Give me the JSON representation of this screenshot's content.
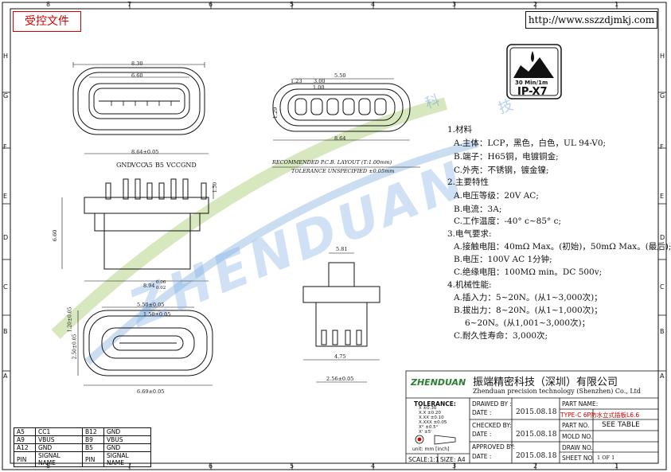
{
  "header": {
    "stamp": "受控文件",
    "url": "http://www.sszzdjmkj.com"
  },
  "border": {
    "cols_top": [
      "8",
      "7",
      "6",
      "5",
      "4",
      "3",
      "2",
      "1"
    ],
    "cols_bottom": [
      "8",
      "7",
      "6",
      "5",
      "4",
      "3",
      "2",
      "1"
    ],
    "rows": [
      "H",
      "G",
      "F",
      "E",
      "D",
      "C",
      "B",
      "A"
    ]
  },
  "watermark": {
    "text": "ZHENDUAN",
    "cn_chars": [
      "科",
      "技"
    ]
  },
  "ip_badge": {
    "depth_time": "30 Min/1m",
    "rating": "IP-X7"
  },
  "dimensions": {
    "top_outer": "8.30",
    "top_inner": "6.60",
    "side_550": "5.50",
    "side_123": "1.23",
    "side_300": "3.00",
    "side_100": "1.00",
    "side_864": "8.64",
    "side_129": "1.29",
    "front_width": "8.64±0.05",
    "front_height": "6.60",
    "front_894": "8.94",
    "front_tol_top": "0.06",
    "front_tol_bot": "0.02",
    "front_150": "1.50",
    "bottom_550": "5.50±0.05",
    "bottom_150": "1.50±0.05",
    "bottom_669": "6.69±0.05",
    "bottom_120": "1.20±0.05",
    "bottom_250": "2.50±0.05",
    "pcb_581": "5.81",
    "pcb_475": "4.75",
    "pcb_256": "2.56±0.05"
  },
  "pin_labels": [
    "GND",
    "VCC",
    "A5",
    "B5",
    "VCC",
    "GND"
  ],
  "pcb_note": {
    "title": "RECOMMENDED  P.C.B.  LAYOUT (T:1.00mm)",
    "tolerance": "TOLERANCE  UNSPECIFIED  ±0.05mm"
  },
  "specs": [
    "1.材料",
    "A.主体：LCP，黑色，白色，UL 94-V0;",
    "B.端子：H65铜，电镀铜金;",
    "C.外壳：不锈钢，镀金镍;",
    "2.主要特性",
    "A.电压等级：20V AC;",
    "B.电流：3A;",
    "C.工作温度：-40° c~85° c;",
    "3.电气要求:",
    "A.接触电阻：40mΩ Max。(初始)，50mΩ Max。(最后);",
    "B.电压：100V AC 1分钟;",
    "C.绝缘电阻：100MΩ min。DC 500v;",
    "4.机械性能:",
    "A.插入力：5~20N。(从1~3,000次)；",
    "B.拔出力：8~20N。(从1~1,000次)；",
    "6~20N。(从1,001~3,000次)；",
    "C.耐久性寿命：3,000次;"
  ],
  "title_block": {
    "logo": "ZHENDUAN",
    "company_cn": "振端精密科技（深圳）有限公司",
    "company_en": "Zhenduan precision technology (Shenzhen) Co., Ltd",
    "tolerance_label": "TOLERANCE:",
    "tolerance_rows": [
      "X   ±0.30",
      "X.X   ±0.20",
      "X.XX   ±0.10",
      "X.XXX   ±0.05",
      "X°   ±0.5°",
      "X'   ±5'"
    ],
    "unit": "unit:  mm  [inch]",
    "scale": "SCALE:1:1",
    "size": "SIZE: A4",
    "drawed_by": "DRAWED BY :",
    "checked_by": "CHECKED BY:",
    "approved_by": "APPROVED BY:",
    "date_label": "DATE :",
    "date1": "2015.08.18",
    "date2": "2015.08.18",
    "date3": "2015.08.18",
    "part_name_label": "PART NAME:",
    "part_name": "TYPE-C 6P防水立式插板L6.6",
    "part_no_label": "PART NO.",
    "part_no": "SEE TABLE",
    "mold_no_label": "MOLD NO.",
    "draw_no_label": "DRAW NO.",
    "sheet_no_label": "SHEET NO.",
    "sheet_no": "1 OF 1"
  },
  "pin_table": [
    [
      "A5",
      "CC1",
      "B12",
      "GND"
    ],
    [
      "A9",
      "VBUS",
      "B9",
      "VBUS"
    ],
    [
      "A12",
      "GND",
      "B5",
      "GND"
    ],
    [
      "PIN",
      "SIGNAL NAME",
      "PIN",
      "SIGNAL NAME"
    ]
  ]
}
